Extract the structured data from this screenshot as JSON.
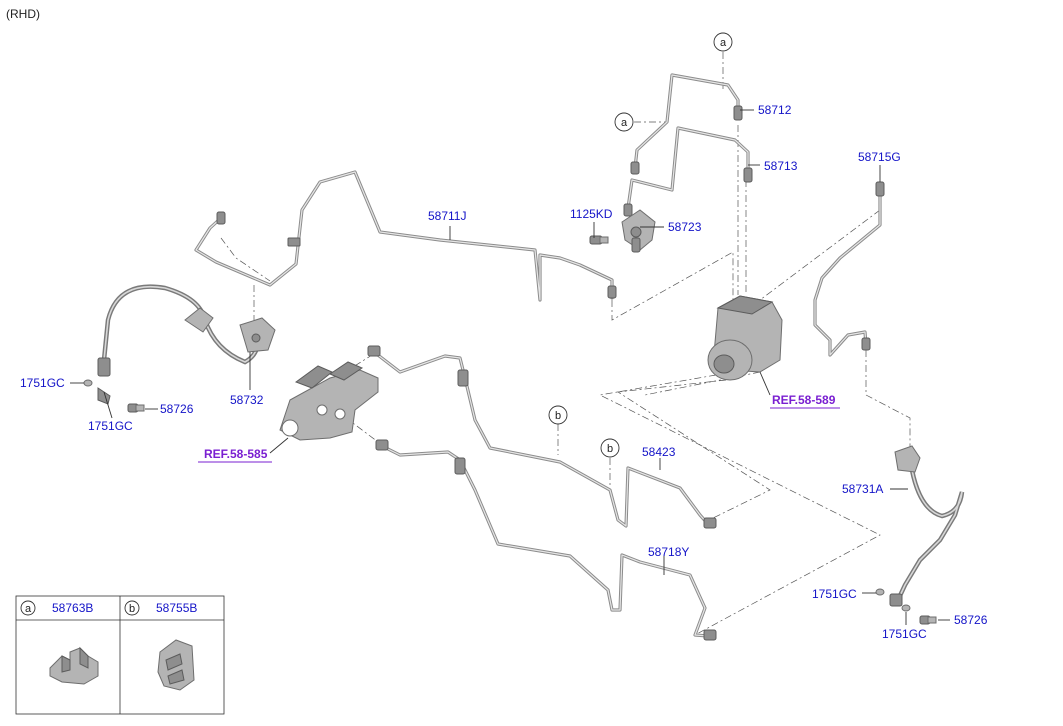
{
  "variant_note": "(RHD)",
  "parts": {
    "p58712": "58712",
    "p58713": "58713",
    "p58715G": "58715G",
    "p1125KD": "1125KD",
    "p58723": "58723",
    "p58711J": "58711J",
    "p1751GC_left_a": "1751GC",
    "p1751GC_left_b": "1751GC",
    "p58726_left": "58726",
    "p58732": "58732",
    "p58423": "58423",
    "p58718Y": "58718Y",
    "p58731A": "58731A",
    "p1751GC_right_a": "1751GC",
    "p1751GC_right_b": "1751GC",
    "p58726_right": "58726"
  },
  "refs": {
    "abs_unit": "REF.58-589",
    "master_cylinder": "REF.58-585"
  },
  "callouts": {
    "a_top": "a",
    "a_mid": "a",
    "b_first": "b",
    "b_second": "b"
  },
  "legend": {
    "a": {
      "letter": "a",
      "part": "58763B"
    },
    "b": {
      "letter": "b",
      "part": "58755B"
    }
  },
  "colors": {
    "part_number": "#1414c8",
    "reference": "#7a1fd1",
    "line_art": "#8c8c8c"
  }
}
